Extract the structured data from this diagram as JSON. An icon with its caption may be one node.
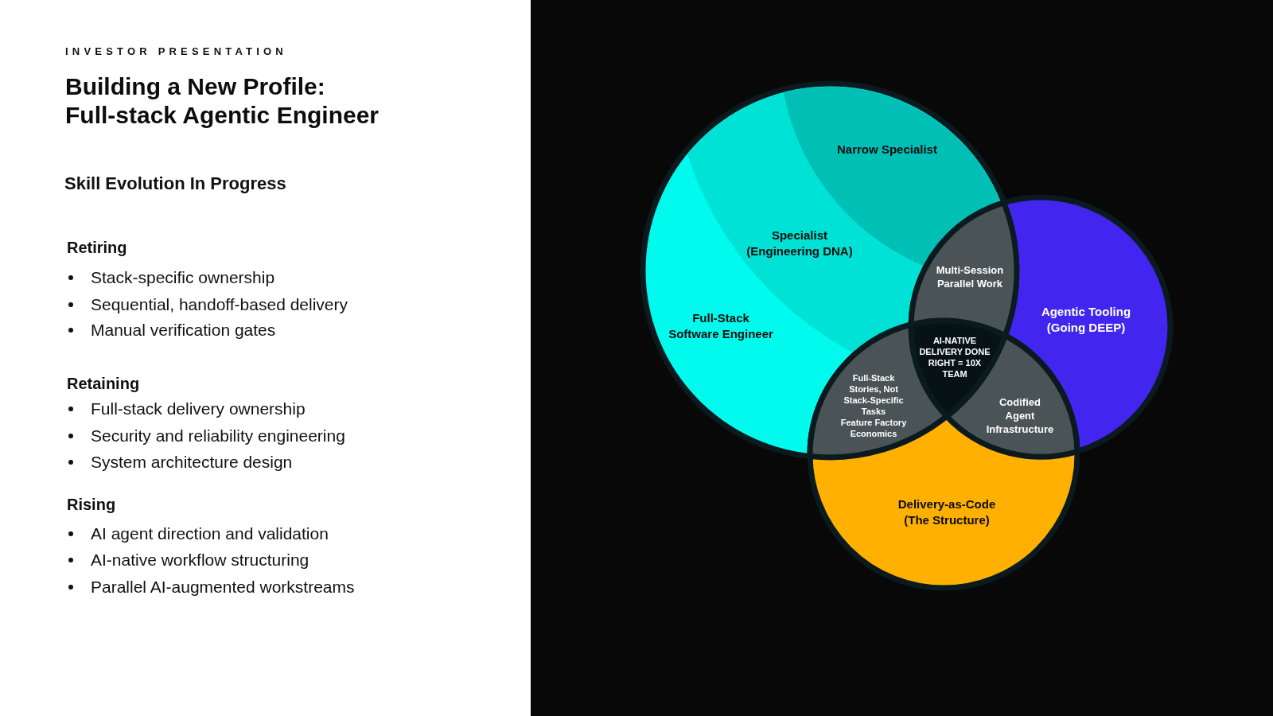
{
  "diagram": {
    "title": "Building a New Profile: Full-stack Agentic Engineer",
    "nodes": [
      {
        "text": [
          "Full-Stack Software Engineer"
        ]
      },
      {
        "text": [
          "Specialist (Engineering DNA)"
        ],
        "in": 0
      },
      {
        "text": [
          "Narrow Specialist"
        ],
        "in": 1
      },
      {
        "text": [
          "Agentic Tooling (Going DEEP)"
        ]
      },
      {
        "text": [
          "Delivery-as-Code (The Structure)"
        ]
      },
      {
        "text": [
          "Multi-Session Parallel Work"
        ]
      },
      {
        "text": [
          "AI-NATIVE DELIVERY DONE RIGHT = 10X TEAM"
        ]
      },
      {
        "text": [
          "Full-Stack Stories, Not Stack-Specific Tasks",
          "Feature Factory Economics"
        ]
      },
      {
        "text": [
          "Codified Agent Infrastructure"
        ]
      }
    ],
    "labels": [
      "INVESTOR PRESENTATION",
      "Skill Evolution In Progress",
      "Retiring",
      "Stack-specific ownership",
      "Sequential, handoff-based delivery",
      "Manual verification gates",
      "Retaining",
      "Full-stack delivery ownership",
      "Security and reliability engineering",
      "System architecture design",
      "Rising",
      "AI agent direction and validation",
      "AI-native workflow structuring",
      "Parallel AI-augmented workstreams"
    ]
  }
}
